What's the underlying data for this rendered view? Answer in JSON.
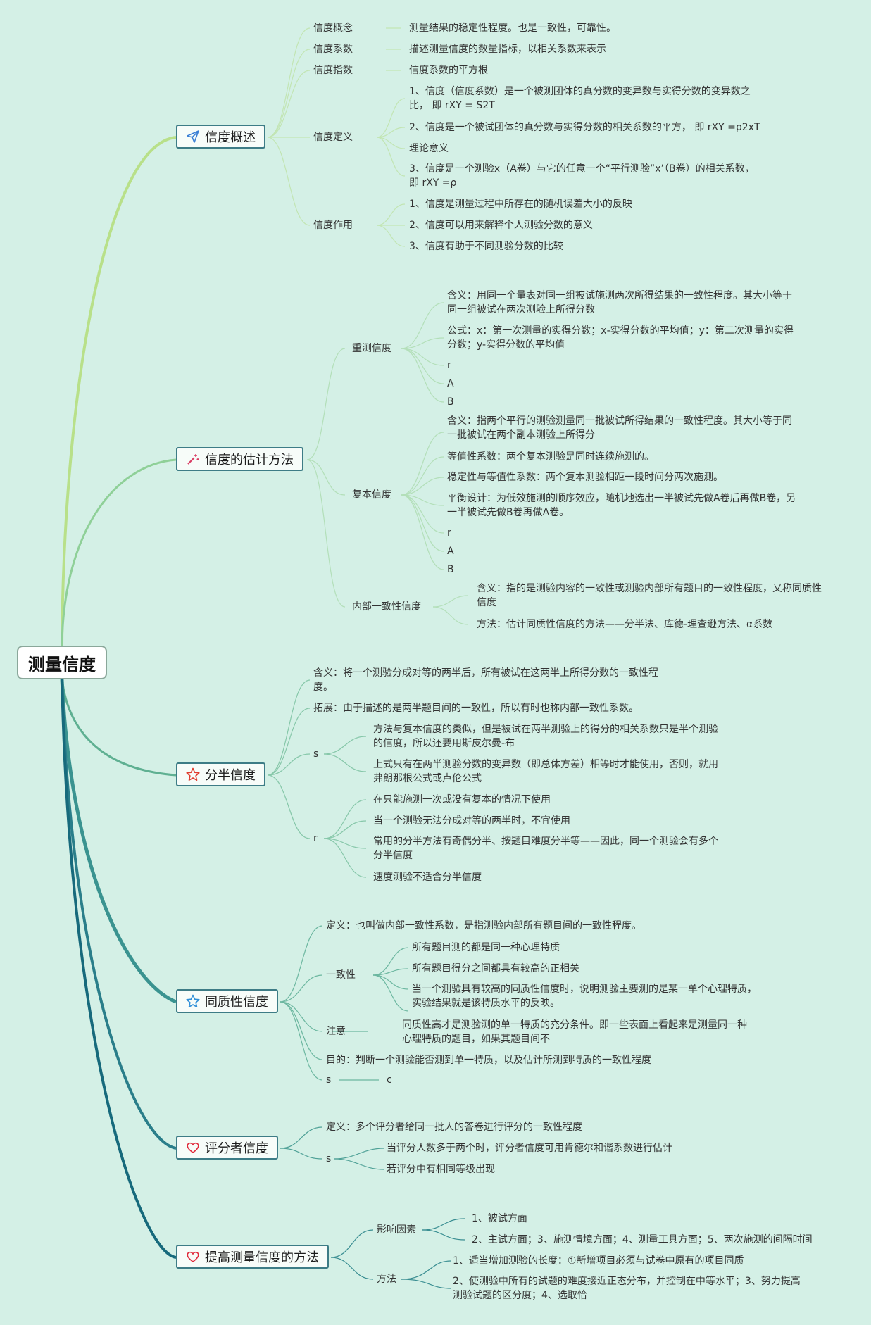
{
  "root": "测量信度",
  "branches": [
    {
      "label": "信度概述"
    },
    {
      "label": "信度的估计方法"
    },
    {
      "label": "分半信度"
    },
    {
      "label": "同质性信度"
    },
    {
      "label": "评分者信度"
    },
    {
      "label": "提高测量信度的方法"
    }
  ],
  "b1": {
    "concept": "信度概念",
    "concept_desc": "测量结果的稳定性程度。也是一致性，可靠性。",
    "coefficient": "信度系数",
    "coefficient_desc": "描述测量信度的数量指标，以相关系数来表示",
    "index": "信度指数",
    "index_desc": "信度系数的平方根",
    "definition": "信度定义",
    "def1": "1、信度（信度系数）是一个被测团体的真分数的变异数与实得分数的变异数之比， 即 rXY = S2T",
    "def2": "2、信度是一个被试团体的真分数与实得分数的相关系数的平方， 即 rXY =ρ2xT",
    "def_theory": "理论意义",
    "def3": "3、信度是一个测验x（A卷）与它的任意一个“平行测验”x’（B卷）的相关系数， 即 rXY =ρ",
    "function": "信度作用",
    "func1": "1、信度是测量过程中所存在的随机误差大小的反映",
    "func2": "2、信度可以用来解释个人测验分数的意义",
    "func3": "3、信度有助于不同测验分数的比较"
  },
  "b2": {
    "retest": "重测信度",
    "retest_meaning": "含义：用同一个量表对同一组被试施测两次所得结果的一致性程度。其大小等于同一组被试在两次测验上所得分数",
    "retest_formula": "公式：x：第一次测量的实得分数；x-实得分数的平均值；y：第二次测量的实得分数；y-实得分数的平均值",
    "r": "r",
    "a": "A",
    "b": "B",
    "parallel": "复本信度",
    "parallel_meaning": "含义：指两个平行的测验测量同一批被试所得结果的一致性程度。其大小等于同一批被试在两个副本测验上所得分",
    "equivalence": "等值性系数：两个复本测验是同时连续施测的。",
    "stability": "稳定性与等值性系数：两个复本测验相距一段时间分两次施测。",
    "balance": "平衡设计：为低效施测的顺序效应，随机地选出一半被试先做A卷后再做B卷，另一半被试先做B卷再做A卷。",
    "internal": "内部一致性信度",
    "internal_meaning": "含义：指的是测验内容的一致性或测验内部所有题目的一致性程度，又称同质性信度",
    "internal_method": "方法：估计同质性信度的方法——分半法、库德-理查逊方法、α系数"
  },
  "b3": {
    "meaning": "含义：将一个测验分成对等的两半后，所有被试在这两半上所得分数的一致性程度。",
    "extension": "拓展：由于描述的是两半题目间的一致性，所以有时也称内部一致性系数。",
    "s": "s",
    "s1": "方法与复本信度的类似，但是被试在两半测验上的得分的相关系数只是半个测验的信度，所以还要用斯皮尔曼-布",
    "s2": "上式只有在两半测验分数的变异数（即总体方差）相等时才能使用，否则，就用弗朗那根公式或卢伦公式",
    "r": "r",
    "r1": "在只能施测一次或没有复本的情况下使用",
    "r2": "当一个测验无法分成对等的两半时，不宜使用",
    "r3": "常用的分半方法有奇偶分半、按题目难度分半等——因此，同一个测验会有多个分半信度",
    "r4": "速度测验不适合分半信度"
  },
  "b4": {
    "definition": "定义：也叫做内部一致性系数，是指测验内部所有题目间的一致性程度。",
    "consistency": "一致性",
    "c1": "所有题目测的都是同一种心理特质",
    "c2": "所有题目得分之间都具有较高的正相关",
    "c3": "当一个测验具有较高的同质性信度时，说明测验主要测的是某一单个心理特质，实验结果就是该特质水平的反映。",
    "note": "注意",
    "note_desc": "同质性高才是测验测的单一特质的充分条件。即一些表面上看起来是测量同一种心理特质的题目，如果其题目间不",
    "purpose": "目的：判断一个测验能否测到单一特质，以及估计所测到特质的一致性程度",
    "s": "s",
    "c": "c"
  },
  "b5": {
    "definition": "定义：多个评分者给同一批人的答卷进行评分的一致性程度",
    "s": "s",
    "s1": "当评分人数多于两个时，评分者信度可用肯德尔和谐系数进行估计",
    "s2": "若评分中有相同等级出现"
  },
  "b6": {
    "factors": "影响因素",
    "f1": "1、被试方面",
    "f2": "2、主试方面；3、施测情境方面；4、测量工具方面；5、两次施测的间隔时间",
    "methods": "方法",
    "m1": "1、适当增加测验的长度：①新增项目必须与试卷中原有的项目同质",
    "m2": "2、使测验中所有的试题的难度接近正态分布，并控制在中等水平；3、努力提高测验试题的区分度；4、选取恰"
  }
}
